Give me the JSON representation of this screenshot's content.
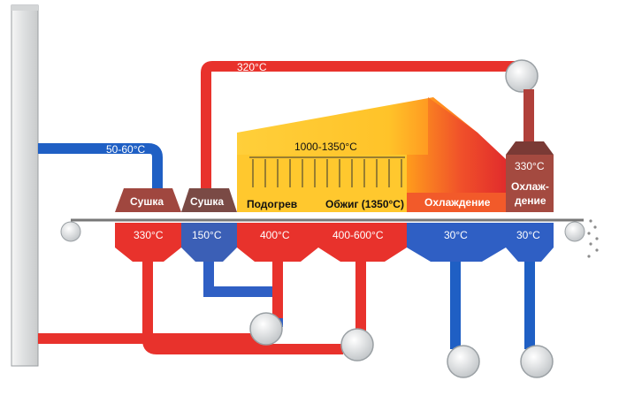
{
  "diagram": {
    "labels": {
      "temp_top_duct": "320°C",
      "temp_exhaust_duct": "50-60°C",
      "temp_firing": "1000-1350°C",
      "drying_1": "Сушка",
      "drying_2": "Сушка",
      "preheat": "Подогрев",
      "firing": "Обжиг (1350°C)",
      "cooling": "Охлаждение",
      "cooling_2_line1": "Охлаж-",
      "cooling_2_line2": "дение",
      "temp_cooling_2_top": "330°C",
      "temp_drying_1": "330°C",
      "temp_drying_2": "150°C",
      "temp_preheat": "400°C",
      "temp_firing_zone": "400-600°C",
      "temp_cooling": "30°C",
      "temp_cooling_2": "30°C"
    },
    "colors": {
      "hot_duct": "#e8322c",
      "cold_duct": "#1f5fc4",
      "warm_duct": "#8a4a4a",
      "chimney": "#e9eaeb",
      "grate_line": "#777777"
    }
  }
}
